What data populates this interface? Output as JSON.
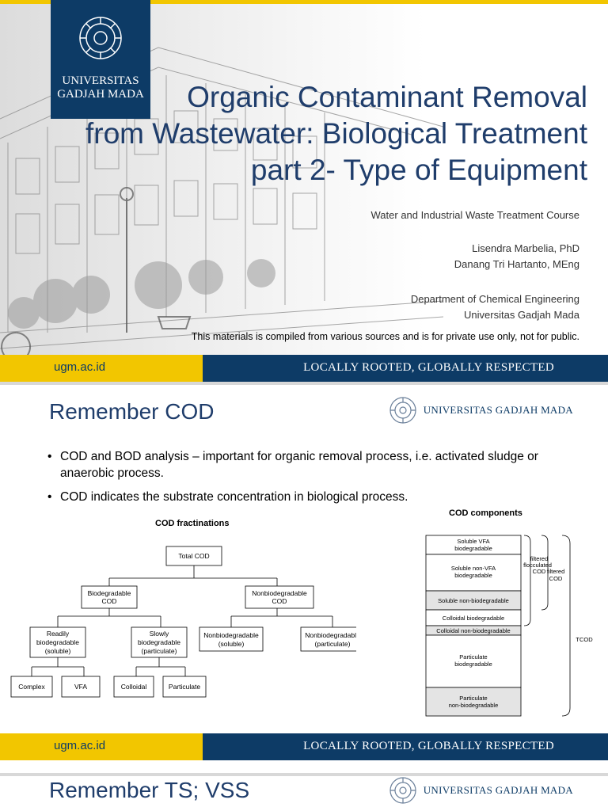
{
  "slide1": {
    "logo_line1": "UNIVERSITAS",
    "logo_line2": "GADJAH MADA",
    "title_line1": "Organic Contaminant Removal",
    "title_line2": "from Wastewater: Biological Treatment",
    "title_line3": "part 2- Type of Equipment",
    "course": "Water and Industrial Waste Treatment Course",
    "author1": "Lisendra Marbelia, PhD",
    "author2": "Danang Tri Hartanto, MEng",
    "dept1": "Department of Chemical Engineering",
    "dept2": "Universitas Gadjah Mada",
    "note": "This materials is compiled from various sources and is for private use only, not for public."
  },
  "footer": {
    "url": "ugm.ac.id",
    "motto": "LOCALLY ROOTED, GLOBALLY RESPECTED"
  },
  "slide2": {
    "title": "Remember COD",
    "brand": "UNIVERSITAS GADJAH MADA",
    "bullet1": "COD and BOD analysis – important for organic removal process, i.e. activated sludge or anaerobic process.",
    "bullet2": "COD indicates the substrate concentration in biological process.",
    "fractions_label": "COD fractinations",
    "components_label": "COD components",
    "tree": {
      "total": "Total COD",
      "bio1": "Biodegradable",
      "bio2": "COD",
      "nonbio1": "Nonbiodegradable",
      "nonbio2": "COD",
      "ready1": "Readily",
      "ready2": "biodegradable",
      "ready3": "(soluble)",
      "slow1": "Slowly",
      "slow2": "biodegradable",
      "slow3": "(particulate)",
      "nbs1": "Nonbiodegradable",
      "nbs2": "(soluble)",
      "nbp1": "Nonbiodegradable",
      "nbp2": "(particulate)",
      "complex": "Complex",
      "vfa": "VFA",
      "colloidal": "Colloidal",
      "particulate": "Particulate"
    },
    "stack": {
      "c1a": "Soluble VFA",
      "c1b": "biodegradable",
      "c2a": "Soluble non-VFA",
      "c2b": "biodegradable",
      "c3": "Soluble non-biodegradable",
      "c4": "Colloidal biodegradable",
      "c5": "Colloidal non-biodegradable",
      "c6a": "Particulate",
      "c6b": "biodegradable",
      "c7a": "Particulate",
      "c7b": "non-biodegradable",
      "bracket1a": "filtered",
      "bracket1b": "flocculated",
      "bracket1c": "COD",
      "bracket2a": "filtered",
      "bracket2b": "COD",
      "tcod": "TCOD"
    }
  },
  "slide3": {
    "title": "Remember TS; VSS",
    "brand": "UNIVERSITAS GADJAH MADA"
  },
  "colors": {
    "navy": "#0d3b66",
    "gold": "#f2c600",
    "title_blue": "#1f3d6b"
  }
}
